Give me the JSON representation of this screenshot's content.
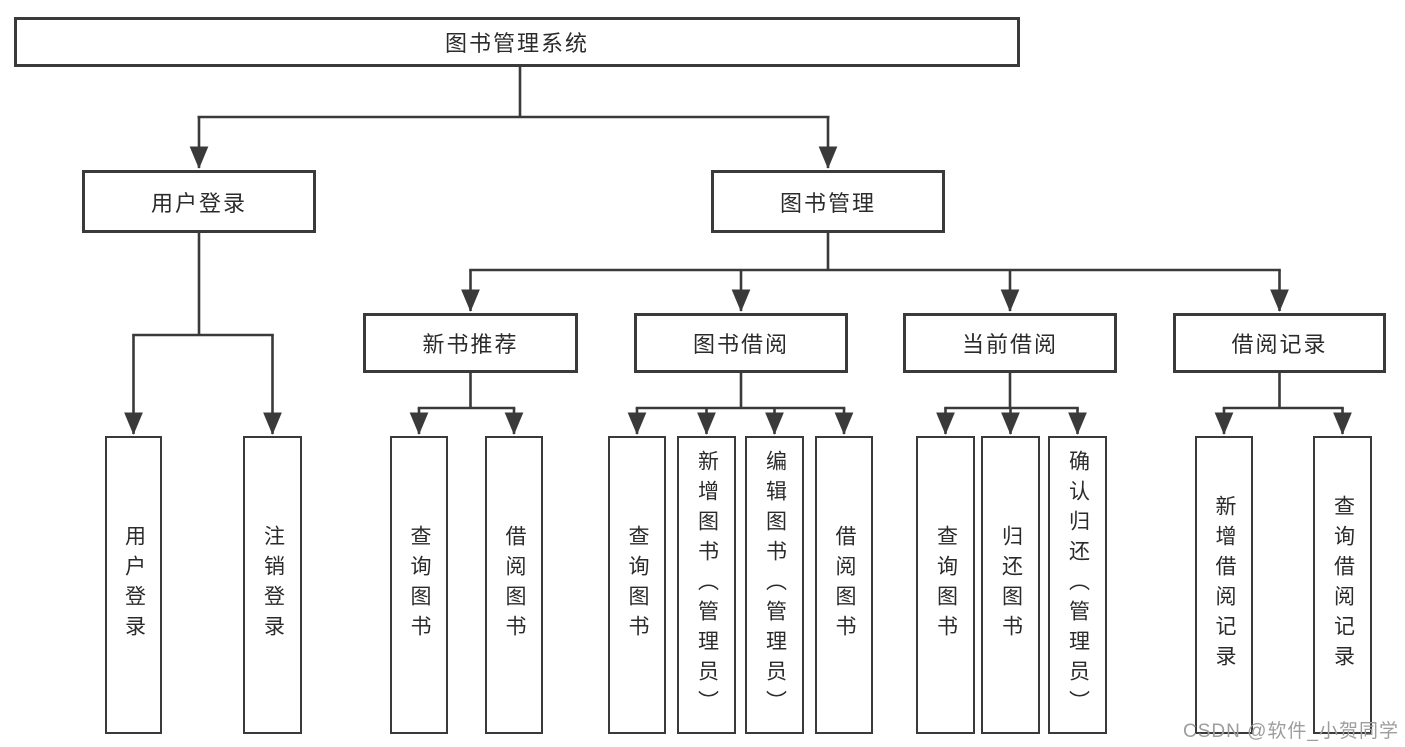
{
  "tree": {
    "label": "图书管理系统",
    "children": [
      {
        "label": "用户登录",
        "children": [
          {
            "label": "用户登录"
          },
          {
            "label": "注销登录"
          }
        ]
      },
      {
        "label": "图书管理",
        "children": [
          {
            "label": "新书推荐",
            "children": [
              {
                "label": "查询图书"
              },
              {
                "label": "借阅图书"
              }
            ]
          },
          {
            "label": "图书借阅",
            "children": [
              {
                "label": "查询图书"
              },
              {
                "label": "新增图书（管理员）"
              },
              {
                "label": "编辑图书（管理员）"
              },
              {
                "label": "借阅图书"
              }
            ]
          },
          {
            "label": "当前借阅",
            "children": [
              {
                "label": "查询图书"
              },
              {
                "label": "归还图书"
              },
              {
                "label": "确认归还（管理员）"
              }
            ]
          },
          {
            "label": "借阅记录",
            "children": [
              {
                "label": "新增借阅记录"
              },
              {
                "label": "查询借阅记录"
              }
            ]
          }
        ]
      }
    ]
  },
  "watermark": {
    "text": "CSDN @软件_小贺同学"
  },
  "colors": {
    "line": "#3a3a3a",
    "box_border": "#3a3a3a",
    "text": "#2b2b2b",
    "watermark": "#9d9d9d",
    "background": "#ffffff"
  }
}
